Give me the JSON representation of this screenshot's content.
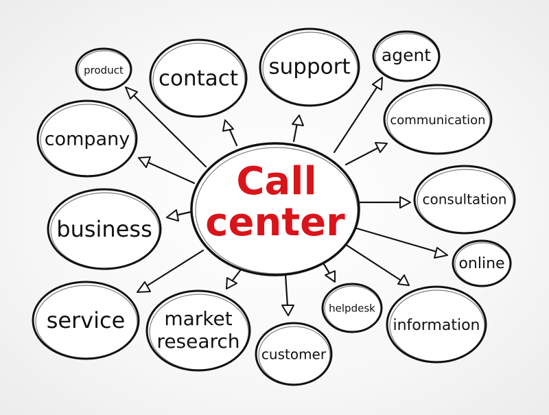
{
  "center": {
    "line1": "Call",
    "line2": "center",
    "color": "#d9141a"
  },
  "nodes": {
    "product": "product",
    "contact": "contact",
    "support": "support",
    "agent": "agent",
    "communication": "communication",
    "company": "company",
    "consultation": "consultation",
    "business": "business",
    "online": "online",
    "service": "service",
    "market_research_1": "market",
    "market_research_2": "research",
    "customer": "customer",
    "helpdesk": "helpdesk",
    "information": "information"
  },
  "colors": {
    "ink": "#111111",
    "center_text": "#d9141a"
  }
}
